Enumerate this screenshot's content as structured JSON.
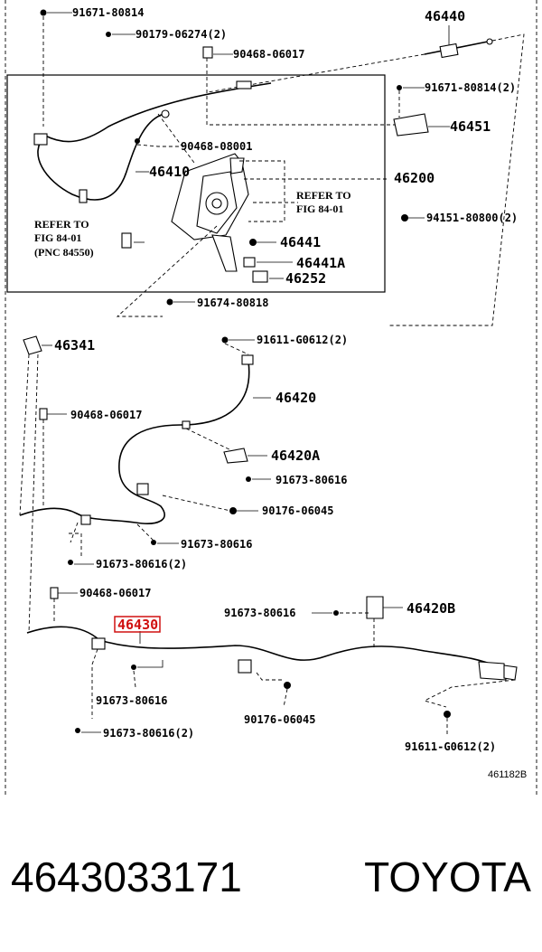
{
  "diagram": {
    "labels": {
      "l_91671_80814_top": "91671-80814",
      "l_90179_06274": "90179-06274(2)",
      "l_46440": "46440",
      "l_90468_06017_top": "90468-06017",
      "l_91671_80814_right": "91671-80814(2)",
      "l_46451": "46451",
      "l_90468_08001": "90468-08001",
      "l_46410": "46410",
      "l_46200": "46200",
      "l_refer1_a": "REFER TO",
      "l_refer1_b": "FIG 84-01",
      "l_refer2_a": "REFER TO",
      "l_refer2_b": "FIG 84-01",
      "l_refer2_c": "(PNC 84550)",
      "l_94151": "94151-80800(2)",
      "l_46441": "46441",
      "l_46441A": "46441A",
      "l_46252": "46252",
      "l_91674": "91674-80818",
      "l_46341": "46341",
      "l_91611_top": "91611-G0612(2)",
      "l_46420": "46420",
      "l_90468_06017_mid": "90468-06017",
      "l_46420A": "46420A",
      "l_91673_80616_a": "91673-80616",
      "l_90176_06045_a": "90176-06045",
      "l_91673_80616_b": "91673-80616",
      "l_91673_80616_c": "91673-80616(2)",
      "l_90468_06017_low": "90468-06017",
      "l_46430": "46430",
      "l_91673_80616_d": "91673-80616",
      "l_46420B": "46420B",
      "l_91673_80616_e": "91673-80616",
      "l_90176_06045_b": "90176-06045",
      "l_91673_80616_f": "91673-80616(2)",
      "l_91611_bottom": "91611-G0612(2)",
      "l_code": "461182B"
    },
    "highlight_color": "#d01010"
  },
  "footer": {
    "part_number": "4643033171",
    "brand": "TOYOTA"
  }
}
